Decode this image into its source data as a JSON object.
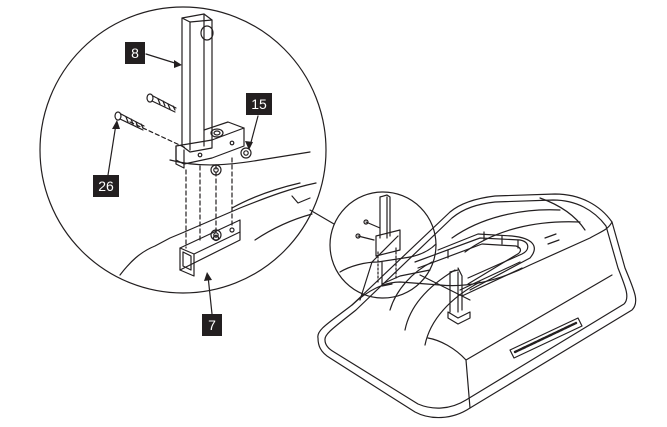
{
  "callouts": {
    "part_8": "8",
    "part_15": "15",
    "part_26": "26",
    "part_7": "7"
  },
  "colors": {
    "line": "#231f20",
    "callout_bg": "#231f20",
    "callout_text": "#ffffff",
    "background": "#ffffff"
  }
}
